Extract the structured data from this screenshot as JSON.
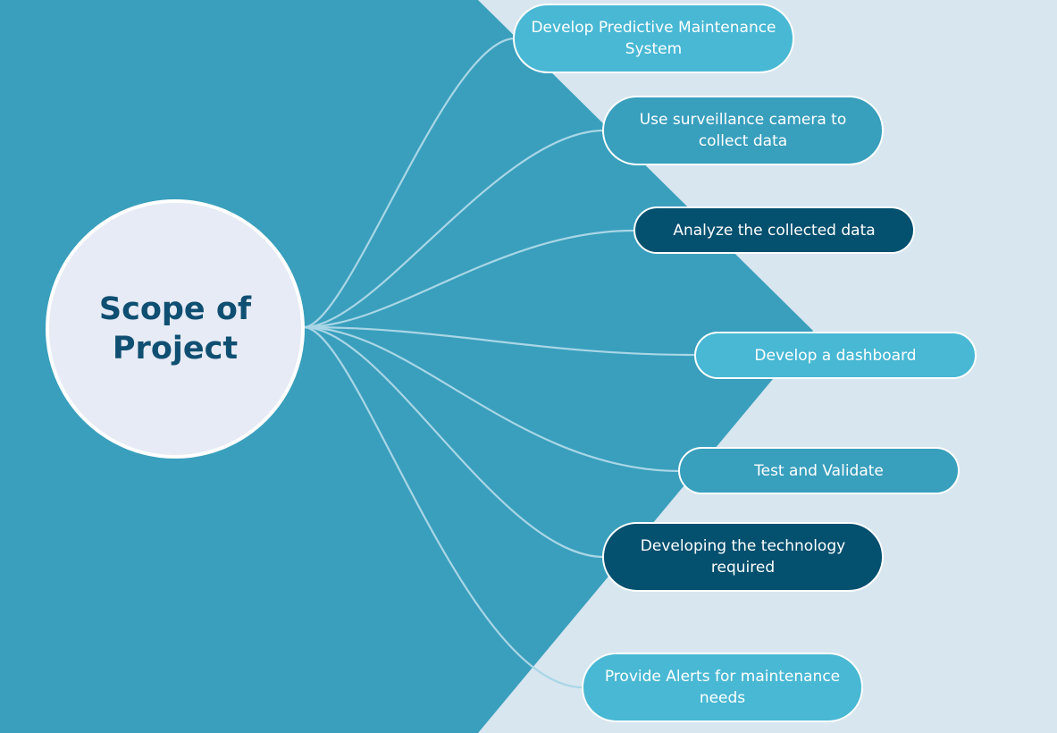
{
  "diagram": {
    "center": {
      "title": "Scope of Project"
    },
    "nodes": [
      {
        "id": "develop-predictive-maintenance-system",
        "label": "Develop Predictive Maintenance System",
        "style": "light"
      },
      {
        "id": "use-surveillance-camera",
        "label": "Use surveillance camera to collect data",
        "style": "mid"
      },
      {
        "id": "analyze-collected-data",
        "label": "Analyze the collected data",
        "style": "dark"
      },
      {
        "id": "develop-dashboard",
        "label": "Develop a dashboard",
        "style": "light"
      },
      {
        "id": "test-and-validate",
        "label": "Test and Validate",
        "style": "mid"
      },
      {
        "id": "developing-technology",
        "label": "Developing the technology required",
        "style": "dark"
      },
      {
        "id": "provide-alerts",
        "label": "Provide Alerts for maintenance needs",
        "style": "light"
      }
    ]
  },
  "colors": {
    "background_light": "#d8e6ef",
    "background_shape": "#399fbd",
    "center_fill": "#e6ebf5",
    "center_text": "#0f4f72",
    "node_light": "#48b8d4",
    "node_mid": "#389fbd",
    "node_dark": "#03506f",
    "connector": "#a9d6e6"
  }
}
